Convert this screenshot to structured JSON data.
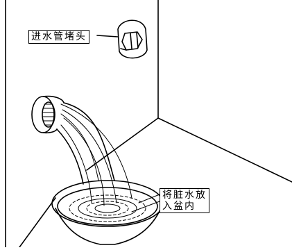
{
  "labels": {
    "inlet_plug": "进水管堵头",
    "drain_line1": "将脏水放",
    "drain_line2": "入盆内"
  }
}
